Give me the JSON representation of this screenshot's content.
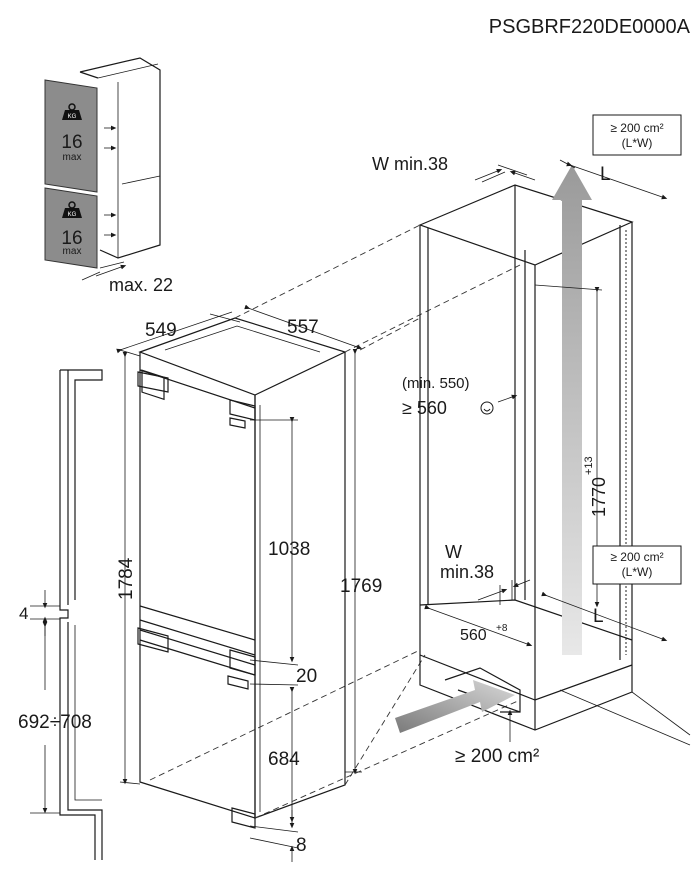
{
  "model_code": "PSGBRF220DE0000A",
  "door_weight": {
    "icon": "kg-weight-icon",
    "value": "16",
    "unit": "max"
  },
  "door_weight_lower": {
    "icon": "kg-weight-icon",
    "value": "16",
    "unit": "max"
  },
  "door_gap_label": "max. 22",
  "appliance": {
    "depth": "549",
    "width": "557",
    "total_height": "1784",
    "body_height": "1769",
    "upper_door": "1038",
    "middle_gap": "20",
    "lower_door": "684",
    "bottom_gap": "8"
  },
  "side_panel": {
    "gap_top": "4",
    "range": "692÷708"
  },
  "niche": {
    "top_wall": "W min.38",
    "top_vent_area": "≥ 200 cm²",
    "top_vent_sub": "(L*W)",
    "top_L": "L",
    "min_depth_note": "(min. 550)",
    "depth": "≥ 560",
    "height_base": "1770",
    "height_tol": "+13",
    "bottom_vent_area": "≥ 200 cm²",
    "bottom_vent_sub": "(L*W)",
    "bottom_L": "L",
    "bottom_wall_w": "W",
    "bottom_wall_min": "min.38",
    "width_base": "560",
    "width_tol": "+8",
    "plinth_vent": "≥ 200 cm²"
  }
}
